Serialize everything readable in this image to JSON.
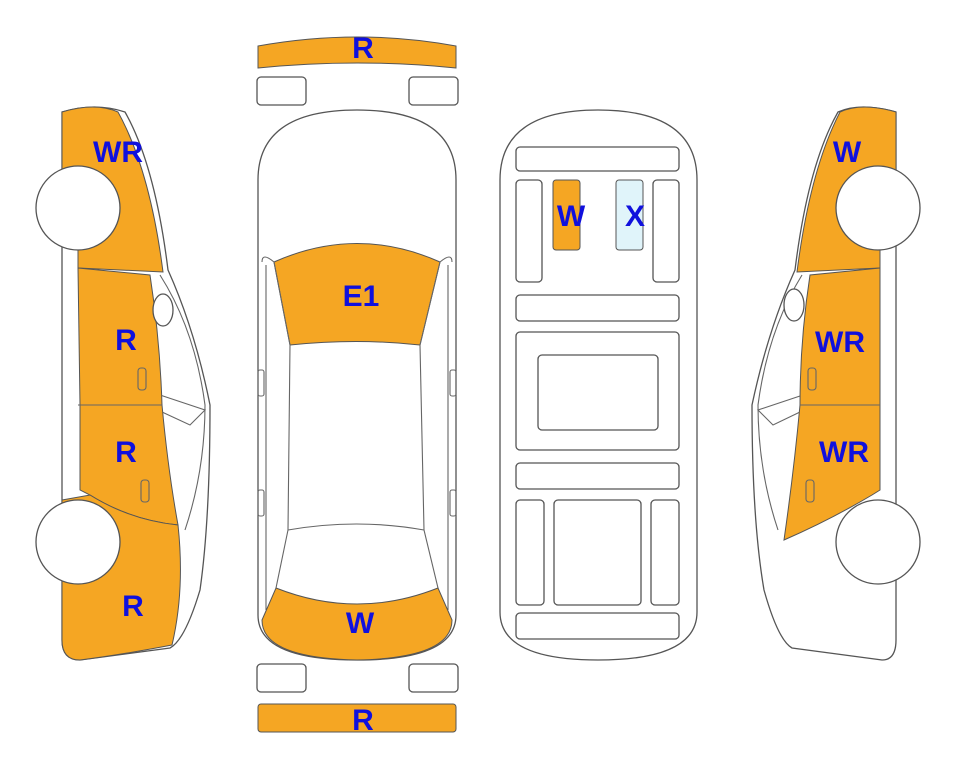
{
  "colors": {
    "damaged": "#F5A623",
    "marked": "#E0F4FA",
    "label": "#1010DD",
    "outline": "#555555"
  },
  "views": {
    "left_side": {
      "front_fender": "WR",
      "front_door": "R",
      "rear_door": "R",
      "rear_quarter": "R"
    },
    "top": {
      "front_bumper": "R",
      "hood": "E1",
      "trunk_lid": "W",
      "rear_bumper": "R"
    },
    "interior": {
      "seat_left": "W",
      "seat_right": "X"
    },
    "right_side": {
      "front_fender": "W",
      "front_door": "WR",
      "rear_door": "WR"
    }
  }
}
